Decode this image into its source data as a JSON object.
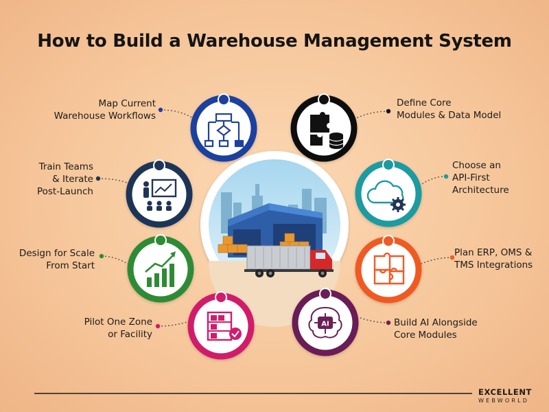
{
  "title": "How to Build a Warehouse Management System",
  "steps": [
    {
      "label_line1": "Map Current",
      "label_line2": "Warehouse Workflows",
      "icon": "workflow-flowchart-icon",
      "color": "#1e3f9f"
    },
    {
      "label_line1": "Train Teams",
      "label_line2": "& Iterate",
      "label_line3": "Post-Launch",
      "icon": "presentation-training-icon",
      "color": "#1f3557"
    },
    {
      "label_line1": "Design for Scale",
      "label_line2": "From Start",
      "icon": "growth-chart-icon",
      "color": "#2e8b34"
    },
    {
      "label_line1": "Pilot One Zone",
      "label_line2": "or Facility",
      "icon": "warehouse-shelf-check-icon",
      "color": "#d11c6b"
    },
    {
      "label_line1": "Define Core",
      "label_line2": "Modules & Data Model",
      "icon": "puzzle-database-icon",
      "color": "#111111"
    },
    {
      "label_line1": "Choose an",
      "label_line2": "API-First",
      "label_line3": "Architecture",
      "icon": "cloud-gear-icon",
      "color": "#1a9ba1"
    },
    {
      "label_line1": "Plan ERP, OMS &",
      "label_line2": "TMS Integrations",
      "icon": "puzzle-pieces-icon",
      "color": "#f05a24"
    },
    {
      "label_line1": "Build AI Alongside",
      "label_line2": "Core Modules",
      "icon": "ai-brain-icon",
      "color": "#6b1f57"
    }
  ],
  "center": {
    "icon": "warehouse-truck-illustration"
  },
  "brand": {
    "line1": "EXCELLENT",
    "line2": "WEBWORLD"
  }
}
